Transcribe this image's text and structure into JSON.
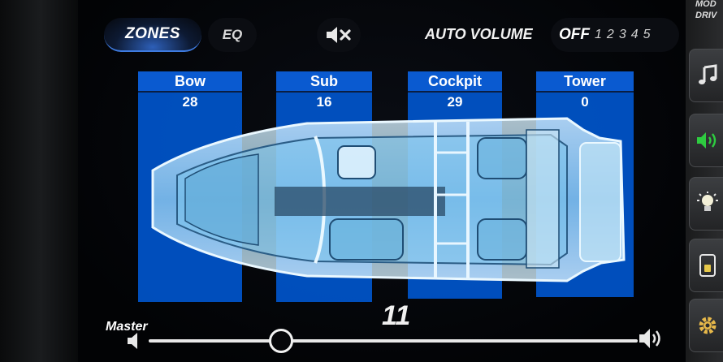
{
  "tabs": {
    "zones_label": "ZONES",
    "eq_label": "EQ",
    "active": "ZONES"
  },
  "auto_volume": {
    "label": "AUTO VOLUME",
    "levels": [
      "OFF",
      "1",
      "2",
      "3",
      "4",
      "5"
    ],
    "selected": "OFF"
  },
  "zones": [
    {
      "name": "Bow",
      "value": "28"
    },
    {
      "name": "Sub",
      "value": "16"
    },
    {
      "name": "Cockpit",
      "value": "29"
    },
    {
      "name": "Tower",
      "value": "0"
    }
  ],
  "master": {
    "label": "Master",
    "value": "11"
  },
  "sidebar": {
    "title_line1": "MOD",
    "title_line2": "DRIV",
    "icons": [
      "music-note-icon",
      "speaker-icon",
      "lightbulb-icon",
      "switch-icon",
      "gear-icon"
    ]
  },
  "colors": {
    "zone_blue": "#005cdc",
    "accent_green": "#2ecc40"
  }
}
